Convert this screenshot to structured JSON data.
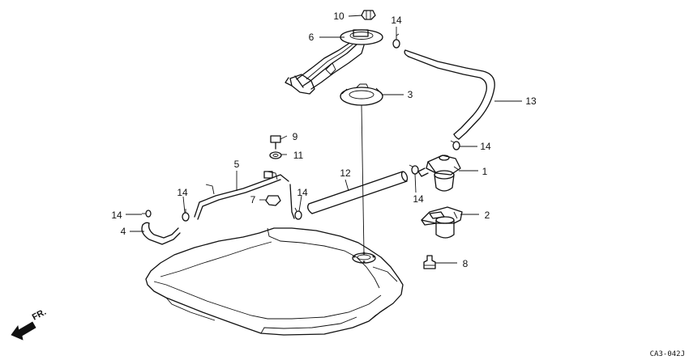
{
  "callouts": [
    {
      "id": "c10",
      "label": "10"
    },
    {
      "id": "c14a",
      "label": "14"
    },
    {
      "id": "c6",
      "label": "6"
    },
    {
      "id": "c3",
      "label": "3"
    },
    {
      "id": "c13",
      "label": "13"
    },
    {
      "id": "c9",
      "label": "9"
    },
    {
      "id": "c14b",
      "label": "14"
    },
    {
      "id": "c11",
      "label": "11"
    },
    {
      "id": "c1",
      "label": "1"
    },
    {
      "id": "c5",
      "label": "5"
    },
    {
      "id": "c12",
      "label": "12"
    },
    {
      "id": "c14c",
      "label": "14"
    },
    {
      "id": "c7",
      "label": "7"
    },
    {
      "id": "c14d",
      "label": "14"
    },
    {
      "id": "c14e",
      "label": "14"
    },
    {
      "id": "c2",
      "label": "2"
    },
    {
      "id": "c14f",
      "label": "14"
    },
    {
      "id": "c4",
      "label": "4"
    },
    {
      "id": "c8",
      "label": "8"
    }
  ],
  "direction_marker": "FR.",
  "diagram_code": "CA3-042J"
}
